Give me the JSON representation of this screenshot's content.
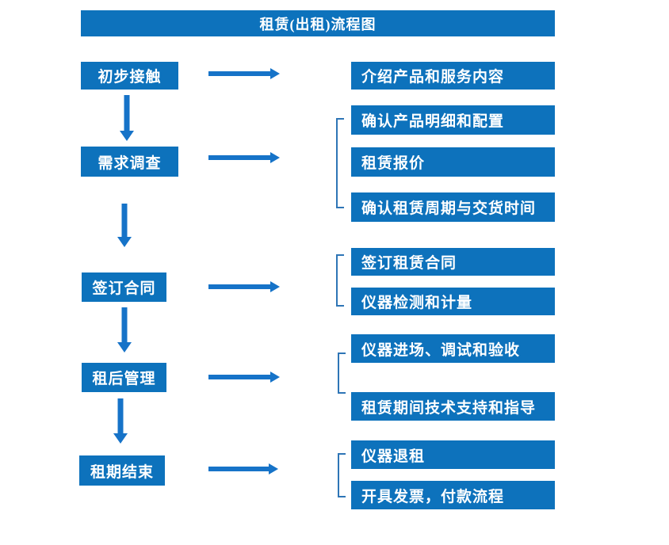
{
  "title": "租赁(出租)流程图",
  "colors": {
    "box_blue": "#0d72bc",
    "arrow_blue": "#1673c8",
    "bracket_blue": "#2e75b6",
    "text_white": "#ffffff"
  },
  "steps": [
    {
      "label": "初步接触",
      "substeps": [
        "介绍产品和服务内容"
      ]
    },
    {
      "label": "需求调查",
      "substeps": [
        "确认产品明细和配置",
        "租赁报价",
        "确认租赁周期与交货时间"
      ]
    },
    {
      "label": "签订合同",
      "substeps": [
        "签订租赁合同",
        "仪器检测和计量"
      ]
    },
    {
      "label": "租后管理",
      "substeps": [
        "仪器进场、调试和验收",
        "租赁期间技术支持和指导"
      ]
    },
    {
      "label": "租期结束",
      "substeps": [
        "仪器退租",
        "开具发票，付款流程"
      ]
    }
  ]
}
